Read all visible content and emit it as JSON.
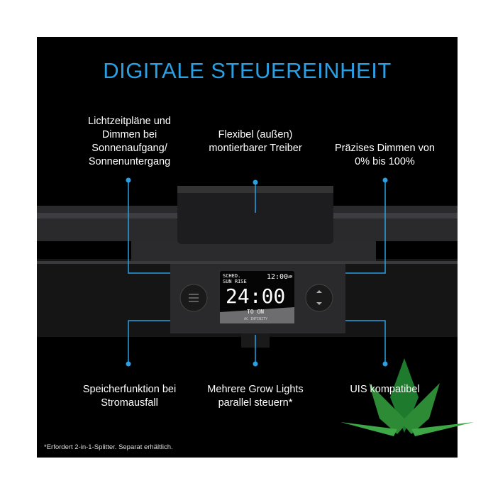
{
  "title": "DIGITALE STEUEREINHEIT",
  "features": {
    "schedule": "Lichtzeitpläne und Dimmen bei Sonnenaufgang/ Sonnenuntergang",
    "driver": "Flexibel (außen) montierbarer Treiber",
    "dimming": "Präzises Dimmen von 0% bis 100%",
    "memory": "Speicherfunktion bei Stromausfall",
    "parallel": "Mehrere Grow Lights parallel steuern*",
    "uis": "UIS kompatibel"
  },
  "footnote": "*Erfordert 2-in-1-Splitter. Separat erhältlich.",
  "display": {
    "mode": "SCHED.",
    "sub": "SUN RISE",
    "clock": "12:00",
    "ampm": "AM",
    "time": "24:00",
    "status": "TO ON",
    "brand": "AC INFINITY"
  },
  "colors": {
    "accent": "#2b9fe3",
    "logo": "#1a7a2a"
  }
}
